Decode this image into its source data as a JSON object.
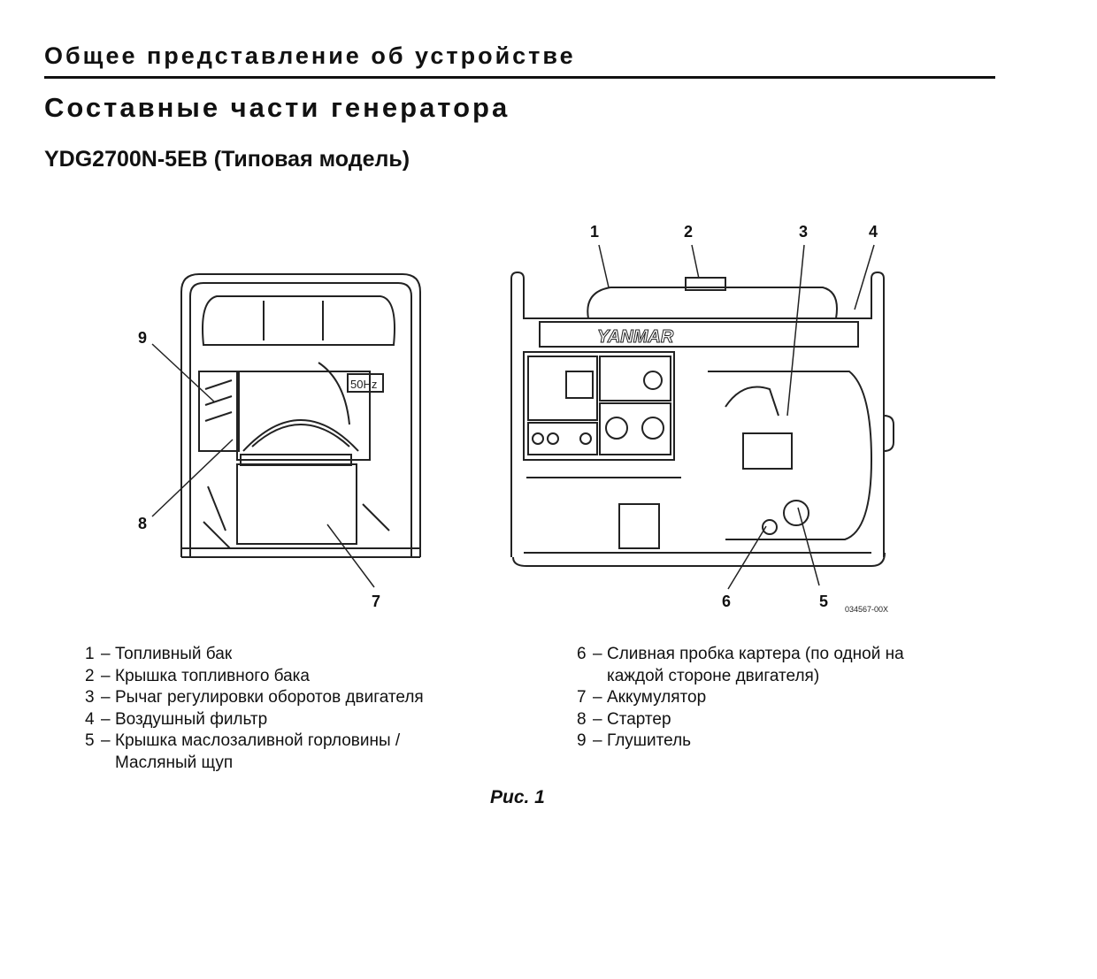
{
  "header": {
    "section_title": "Общее представление об устройстве",
    "page_title": "Составные части генератора",
    "model_title": "YDG2700N-5EB (Типовая модель)"
  },
  "figure": {
    "callouts": [
      "1",
      "2",
      "3",
      "4",
      "5",
      "6",
      "7",
      "8",
      "9"
    ],
    "brand_logo_text": "YANMAR",
    "frequency_badge": "50Hz",
    "drawing_code": "034567-00X"
  },
  "legend_left": [
    {
      "num": "1",
      "text": "Топливный бак"
    },
    {
      "num": "2",
      "text": "Крышка топливного бака"
    },
    {
      "num": "3",
      "text": "Рычаг регулировки оборотов двигателя"
    },
    {
      "num": "4",
      "text": "Воздушный фильтр"
    },
    {
      "num": "5",
      "text": "Крышка маслозаливной горловины /",
      "cont": "Масляный щуп"
    }
  ],
  "legend_right": [
    {
      "num": "6",
      "text": "Сливная пробка картера (по одной на",
      "cont": "каждой стороне двигателя)"
    },
    {
      "num": "7",
      "text": "Аккумулятор"
    },
    {
      "num": "8",
      "text": "Стартер"
    },
    {
      "num": "9",
      "text": "Глушитель"
    }
  ],
  "caption": "Рис. 1"
}
